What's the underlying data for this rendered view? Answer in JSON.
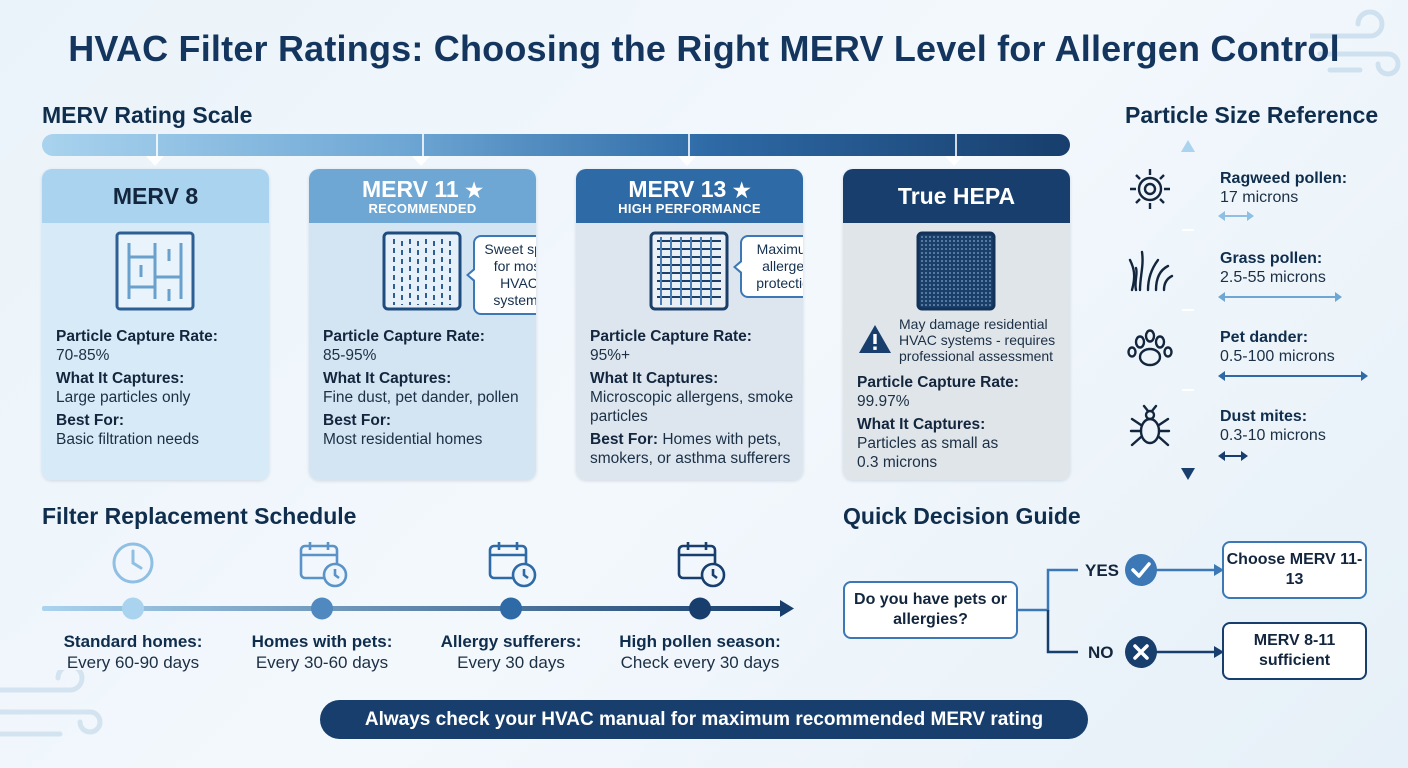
{
  "title": "HVAC Filter Ratings: Choosing the Right MERV Level for Allergen Control",
  "sections": {
    "scale": "MERV Rating Scale",
    "particles": "Particle Size Reference",
    "schedule": "Filter Replacement Schedule",
    "decision": "Quick Decision Guide"
  },
  "cards": [
    {
      "name": "MERV 8",
      "subtitle": "",
      "capture_label": "Particle Capture Rate:",
      "capture": "70-85%",
      "what_label": "What It Captures:",
      "what": "Large particles only",
      "best_label": "Best For:",
      "best": "Basic filtration needs",
      "callout": "",
      "head_color": "#a9d3ee",
      "body_color": "#d7eaf7"
    },
    {
      "name": "MERV 11",
      "subtitle": "RECOMMENDED",
      "capture_label": "Particle Capture Rate:",
      "capture": "85-95%",
      "what_label": "What It Captures:",
      "what": "Fine dust, pet dander, pollen",
      "best_label": "Best For:",
      "best": "Most residential homes",
      "callout": "Sweet spot for most HVAC systems",
      "head_color": "#6ea7d4",
      "body_color": "#d3e5f3"
    },
    {
      "name": "MERV 13",
      "subtitle": "HIGH PERFORMANCE",
      "capture_label": "Particle Capture Rate:",
      "capture": "95%+",
      "what_label": "What It Captures:",
      "what": "Microscopic allergens, smoke particles",
      "best_label": "Best For:",
      "best": "Homes with pets, smokers, or asthma sufferers",
      "callout": "Maximum allergen protection",
      "head_color": "#2e6aa6",
      "body_color": "#dde6ef"
    },
    {
      "name": "True HEPA",
      "subtitle": "",
      "warning": "May damage residential HVAC systems - requires professional assessment",
      "capture_label": "Particle Capture Rate:",
      "capture": "99.97%",
      "what_label": "What It Captures:",
      "what": "Particles as small as 0.3 microns",
      "head_color": "#173e6c",
      "body_color": "#e0e5ea"
    }
  ],
  "particles": [
    {
      "name": "Ragweed pollen:",
      "size": "17 microns",
      "icon": "pollen-icon"
    },
    {
      "name": "Grass pollen:",
      "size": "2.5-55 microns",
      "icon": "grass-icon"
    },
    {
      "name": "Pet dander:",
      "size": "0.5-100 microns",
      "icon": "paw-icon"
    },
    {
      "name": "Dust mites:",
      "size": "0.3-10 microns",
      "icon": "mite-icon"
    }
  ],
  "schedule": [
    {
      "title": "Standard homes:",
      "value": "Every 60-90 days",
      "icon": "clock-icon"
    },
    {
      "title": "Homes with pets:",
      "value": "Every 30-60 days",
      "icon": "calendar-clock-icon"
    },
    {
      "title": "Allergy sufferers:",
      "value": "Every 30 days",
      "icon": "calendar-clock-icon"
    },
    {
      "title": "High pollen season:",
      "value": "Check every 30 days",
      "icon": "calendar-clock-icon"
    }
  ],
  "decision": {
    "question": "Do you have pets or allergies?",
    "yes_label": "YES",
    "no_label": "NO",
    "yes_result": "Choose MERV 11-13",
    "no_result": "MERV 8-11 sufficient"
  },
  "footer": "Always check your HVAC manual for maximum recommended MERV rating",
  "colors": {
    "navy": "#173e6c",
    "mid": "#2e6aa6",
    "light": "#6ea7d4",
    "pale": "#a9d3ee",
    "accent": "#3c78b5"
  }
}
